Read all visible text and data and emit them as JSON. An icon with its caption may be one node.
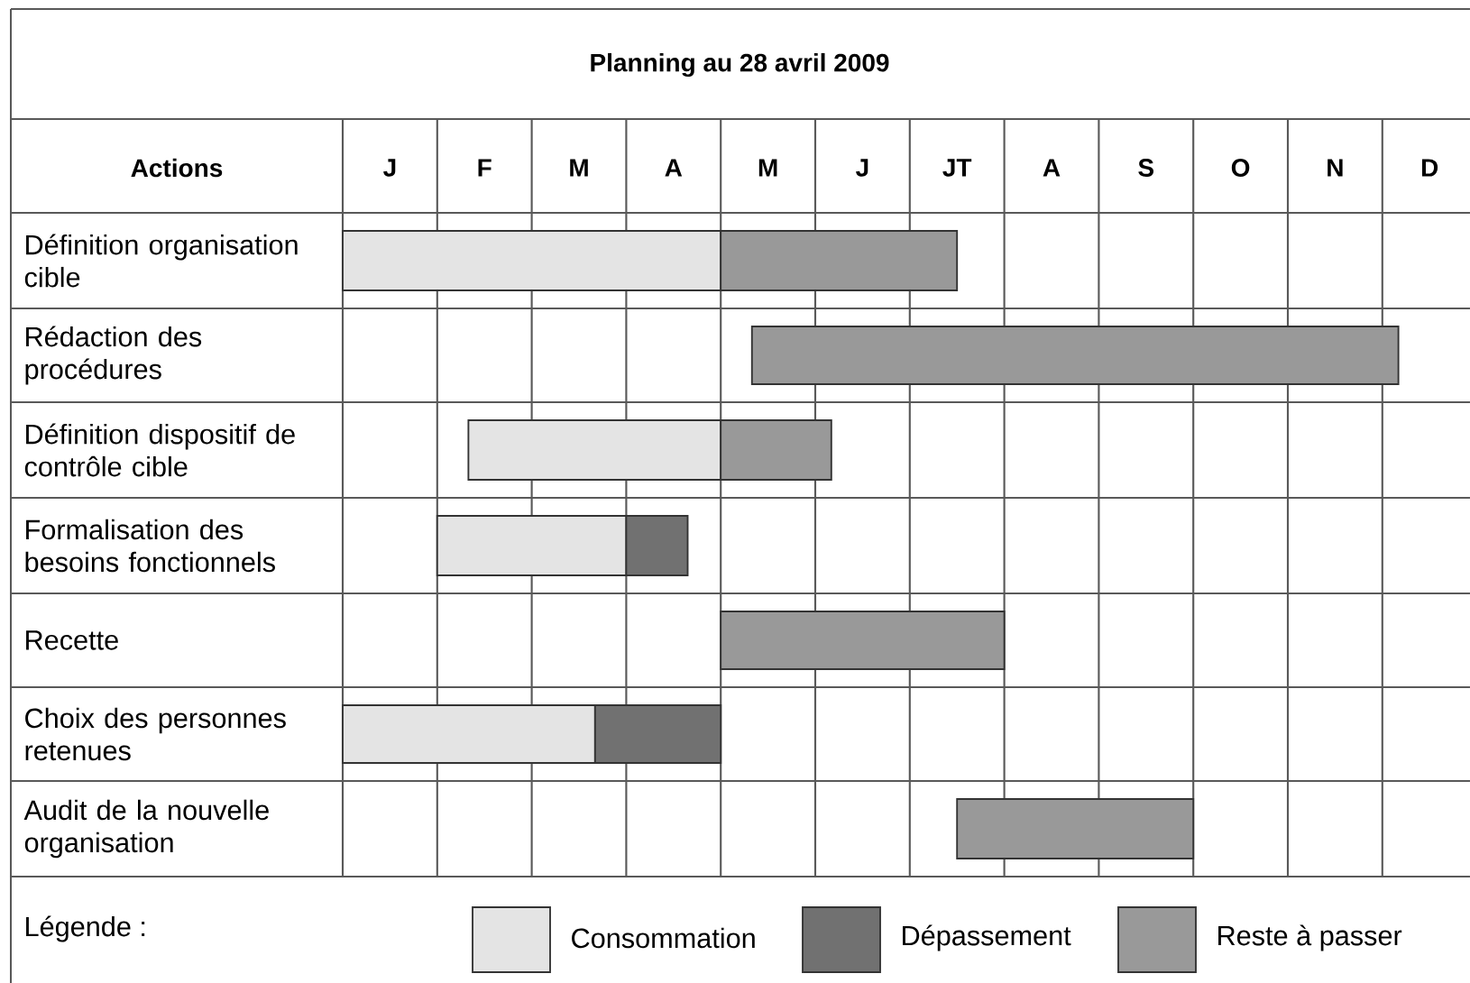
{
  "diagram": {
    "title": "Planning au 28 avril 2009",
    "labels": [
      "Actions",
      "J",
      "F",
      "M",
      "A",
      "M",
      "J",
      "JT",
      "A",
      "S",
      "O",
      "N",
      "D",
      "Définition organisation cible",
      "Rédaction des procédures",
      "Définition dispositif de contrôle cible",
      "Formalisation des besoins fonctionnels",
      "Recette",
      "Choix des personnes retenues",
      "Audit de la nouvelle organisation",
      "Légende :"
    ],
    "legend": [
      {
        "text": "Consommation",
        "color": "#e4e4e4"
      },
      {
        "text": "Dépassement",
        "color": "#717171"
      },
      {
        "text": "Reste à passer",
        "color": "#999999"
      }
    ]
  }
}
